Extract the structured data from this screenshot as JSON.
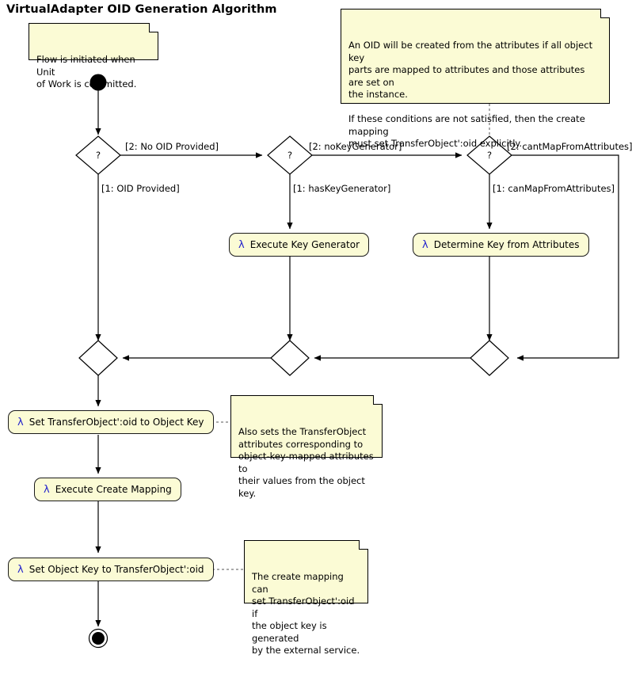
{
  "diagram": {
    "title": "VirtualAdapter OID Generation Algorithm",
    "type": "uml-activity-diagram",
    "background": "#ffffff",
    "note_fill": "#FBFBD5",
    "action_fill": "#FBFBD5",
    "stroke": "#000000",
    "lambda_color": "#2222CC"
  },
  "nodes": {
    "initial": {
      "name": "initial-node",
      "label": ""
    },
    "final": {
      "name": "final-node",
      "label": ""
    },
    "decisions": [
      {
        "id": "d1",
        "glyph": "?"
      },
      {
        "id": "d2",
        "glyph": "?"
      },
      {
        "id": "d3",
        "glyph": "?"
      }
    ],
    "merges": [
      {
        "id": "m1",
        "glyph": ""
      },
      {
        "id": "m2",
        "glyph": ""
      },
      {
        "id": "m3",
        "glyph": ""
      }
    ],
    "actions": [
      {
        "id": "a1",
        "icon": "lambda",
        "label": "Execute Key Generator"
      },
      {
        "id": "a2",
        "icon": "lambda",
        "label": "Determine Key from Attributes"
      },
      {
        "id": "a3",
        "icon": "lambda",
        "label": "Set TransferObject':oid to Object Key"
      },
      {
        "id": "a4",
        "icon": "lambda",
        "label": "Execute Create Mapping"
      },
      {
        "id": "a5",
        "icon": "lambda",
        "label": "Set Object Key to TransferObject':oid"
      }
    ]
  },
  "edge_labels": [
    {
      "id": "e1",
      "text": "[2: No OID Provided]"
    },
    {
      "id": "e2",
      "text": "[1: OID Provided]"
    },
    {
      "id": "e3",
      "text": "[2: noKeyGenerator]"
    },
    {
      "id": "e4",
      "text": "[1: hasKeyGenerator]"
    },
    {
      "id": "e5",
      "text": "[2: cantMapFromAttributes]"
    },
    {
      "id": "e6",
      "text": "[1: canMapFromAttributes]"
    }
  ],
  "notes": [
    {
      "id": "n1",
      "text": "Flow is initiated when Unit\nof Work is committed."
    },
    {
      "id": "n2",
      "text": "An OID will be created from the attributes if all object key\nparts are mapped to attributes and those attributes are set on\nthe instance.\n\nIf these conditions are not satisfied, then the create mapping\nmust set TransferObject':oid explicitly."
    },
    {
      "id": "n3",
      "text": "Also sets the TransferObject\nattributes corresponding to\nobject-key-mapped attributes to\ntheir values from the object key."
    },
    {
      "id": "n4",
      "text": "The create mapping can\nset TransferObject':oid if\nthe object key is generated\nby the external service."
    }
  ],
  "lambda_glyph": "λ"
}
